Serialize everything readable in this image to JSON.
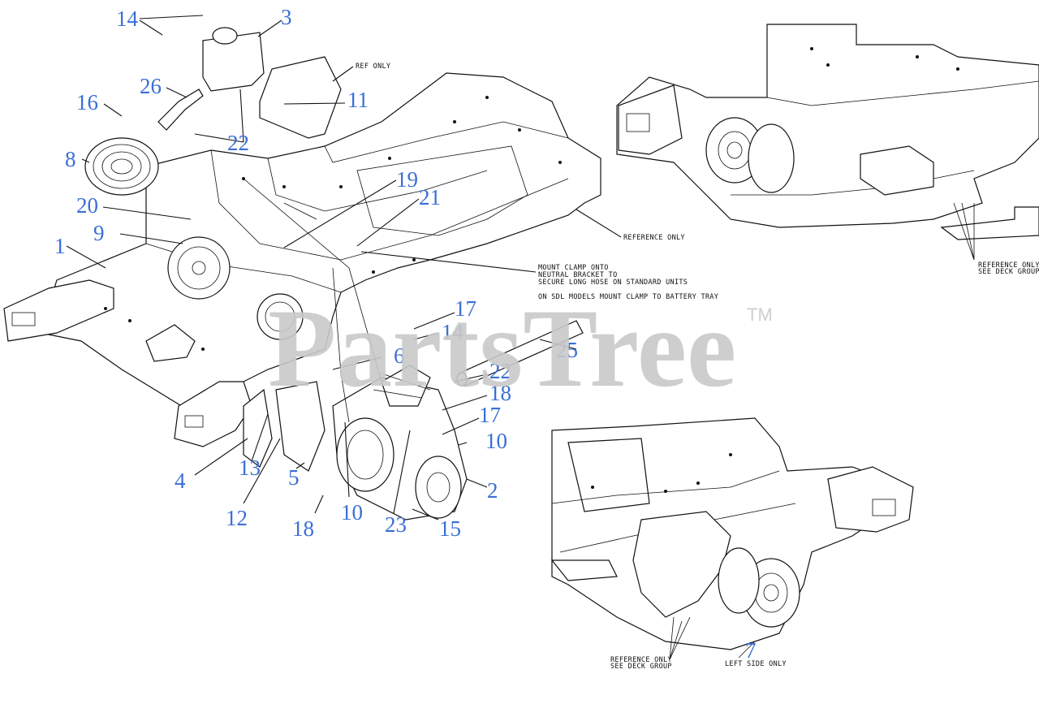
{
  "callouts": [
    {
      "id": "c14a",
      "text": "14"
    },
    {
      "id": "c3",
      "text": "3"
    },
    {
      "id": "c26",
      "text": "26"
    },
    {
      "id": "c16",
      "text": "16"
    },
    {
      "id": "c11",
      "text": "11"
    },
    {
      "id": "c22a",
      "text": "22"
    },
    {
      "id": "c8",
      "text": "8"
    },
    {
      "id": "c19",
      "text": "19"
    },
    {
      "id": "c21",
      "text": "21"
    },
    {
      "id": "c20",
      "text": "20"
    },
    {
      "id": "c9",
      "text": "9"
    },
    {
      "id": "c1",
      "text": "1"
    },
    {
      "id": "c17a",
      "text": "17"
    },
    {
      "id": "c14b",
      "text": "14"
    },
    {
      "id": "c25",
      "text": "25"
    },
    {
      "id": "c6",
      "text": "6"
    },
    {
      "id": "c22b",
      "text": "22"
    },
    {
      "id": "c18a",
      "text": "18"
    },
    {
      "id": "c17b",
      "text": "17"
    },
    {
      "id": "c10a",
      "text": "10"
    },
    {
      "id": "c13",
      "text": "13"
    },
    {
      "id": "c4",
      "text": "4"
    },
    {
      "id": "c5",
      "text": "5"
    },
    {
      "id": "c2",
      "text": "2"
    },
    {
      "id": "c12",
      "text": "12"
    },
    {
      "id": "c10b",
      "text": "10"
    },
    {
      "id": "c18b",
      "text": "18"
    },
    {
      "id": "c23",
      "text": "23"
    },
    {
      "id": "c15",
      "text": "15"
    },
    {
      "id": "c7",
      "text": "7"
    }
  ],
  "notes": {
    "ref_only": "REF ONLY",
    "reference_only": "REFERENCE ONLY",
    "mount_clamp_1": "MOUNT CLAMP ONTO",
    "mount_clamp_2": "NEUTRAL BRACKET TO",
    "mount_clamp_3": "SECURE LONG HOSE ON STANDARD UNITS",
    "sdl_note": "ON SDL MODELS MOUNT CLAMP TO BATTERY TRAY",
    "ref_deck_top_1": "REFERENCE ONLY",
    "ref_deck_top_2": "SEE DECK GROUP",
    "ref_deck_bottom_1": "REFERENCE ONLY",
    "ref_deck_bottom_2": "SEE DECK GROUP",
    "left_side_only": "LEFT SIDE ONLY"
  },
  "watermark": {
    "text": "PartsTree",
    "trademark": "TM",
    "color": "#c9c9c9"
  },
  "colors": {
    "callout": "#3a6fd6",
    "linework": "#111111"
  }
}
